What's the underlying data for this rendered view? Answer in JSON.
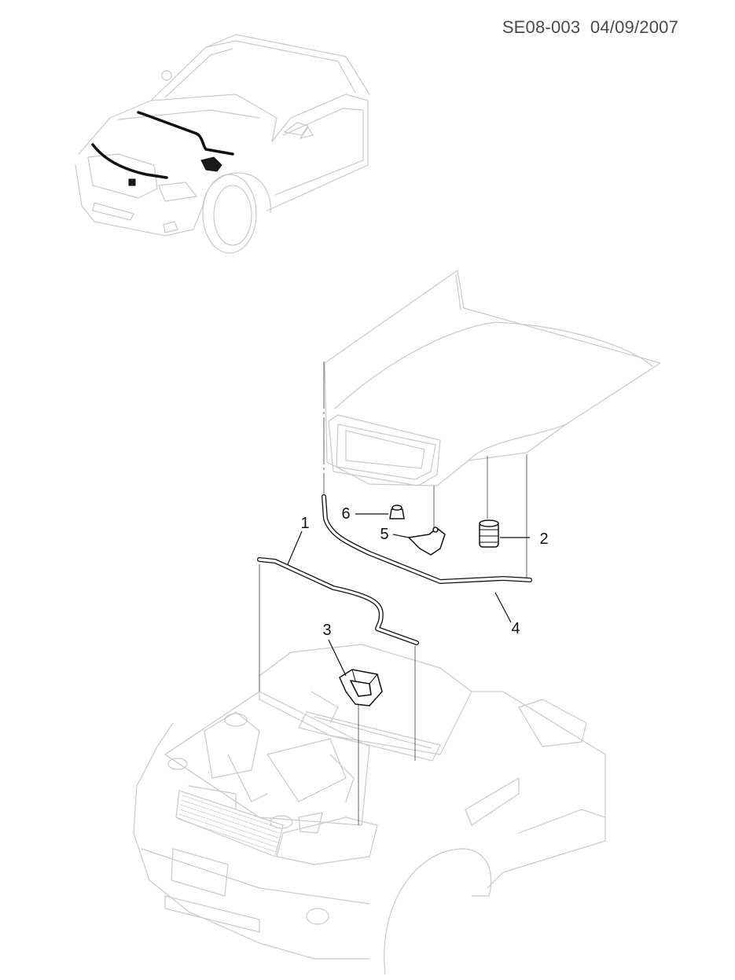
{
  "header": {
    "code": "SE08-003",
    "date": "04/09/2007"
  },
  "callouts": [
    "1",
    "2",
    "3",
    "4",
    "5",
    "6"
  ]
}
